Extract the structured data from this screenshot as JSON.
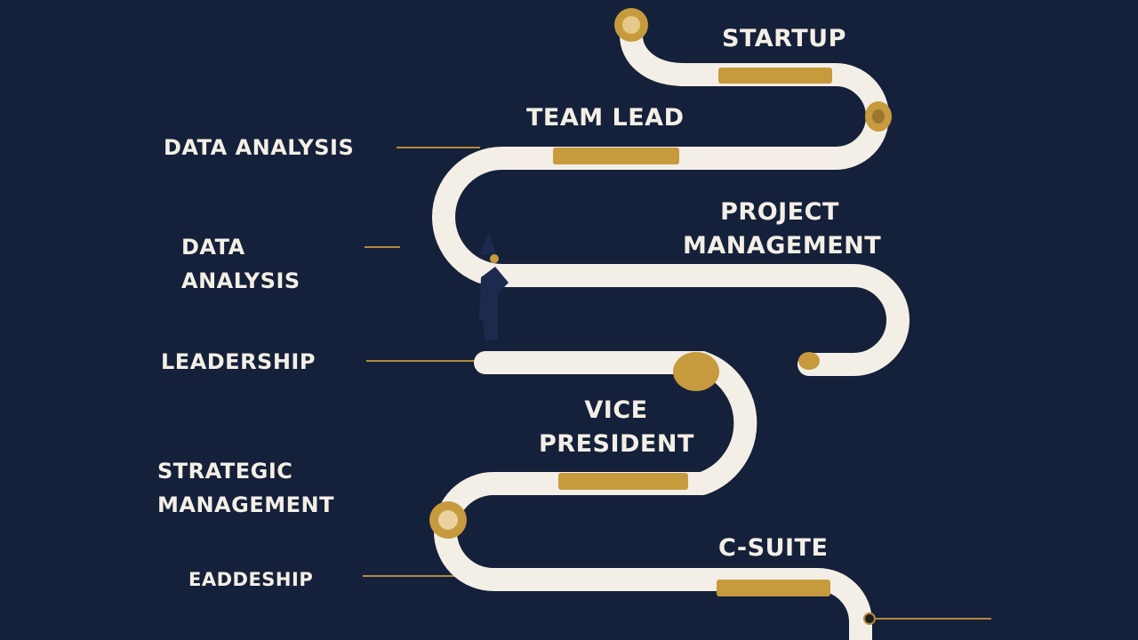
{
  "colors": {
    "background": "#15213a",
    "path": "#f4efe6",
    "accent": "#c79a3e",
    "connector": "#b38a3c",
    "figure": "#1c2a4d",
    "text": "#f4efe6"
  },
  "milestones": {
    "startup": "STARTUP",
    "team_lead": "TEAM LEAD",
    "project_management": {
      "line1": "PROJECT",
      "line2": "MANAGEMENT"
    },
    "vice_president": {
      "line1": "VICE",
      "line2": "PRESIDENT"
    },
    "c_suite": "C-SUITE"
  },
  "skills": {
    "data_analysis_1": "DATA ANALYSIS",
    "data_analysis_2": {
      "line1": "DATA",
      "line2": "ANALYSIS"
    },
    "leadership": "LEADERSHIP",
    "strategic_management": {
      "line1": "STRATEGIC",
      "line2": "MANAGEMENT"
    },
    "eaddeship": "EADDESHIP"
  }
}
